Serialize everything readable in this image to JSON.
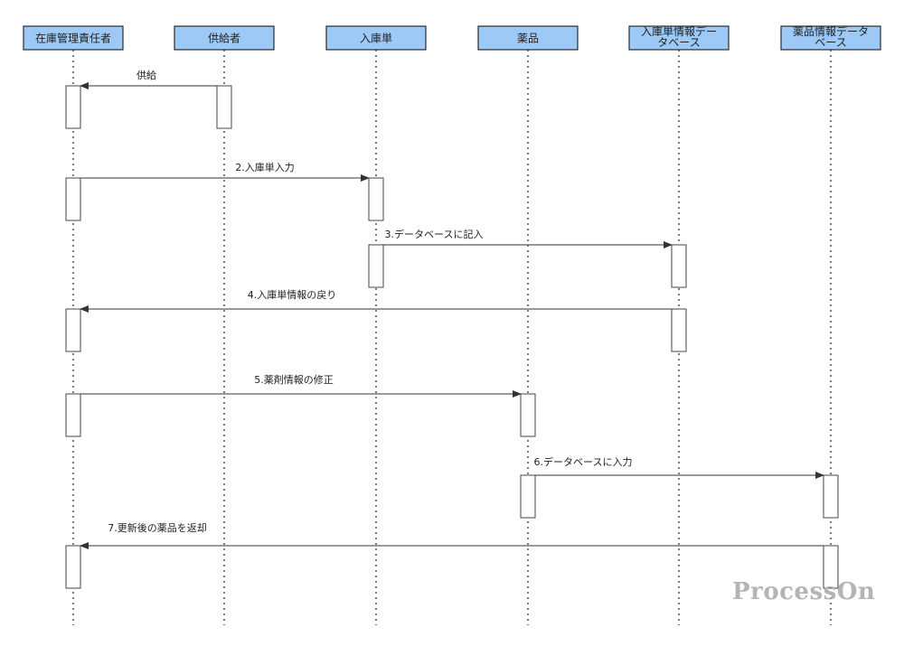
{
  "actors": [
    {
      "id": "manager",
      "label_lines": [
        "在庫管理責任者"
      ]
    },
    {
      "id": "supplier",
      "label_lines": [
        "供給者"
      ]
    },
    {
      "id": "slip",
      "label_lines": [
        "入庫単"
      ]
    },
    {
      "id": "drug",
      "label_lines": [
        "薬品"
      ]
    },
    {
      "id": "slip_db",
      "label_lines": [
        "入庫単情報デー",
        "タベース"
      ]
    },
    {
      "id": "drug_db",
      "label_lines": [
        "薬品情報データ",
        "ベース"
      ]
    }
  ],
  "messages": [
    {
      "label": "供給",
      "from": "supplier",
      "to": "manager"
    },
    {
      "label": "2.入庫単入力",
      "from": "manager",
      "to": "slip"
    },
    {
      "label": "3.データベースに記入",
      "from": "slip",
      "to": "slip_db"
    },
    {
      "label": "4.入庫単情報の戻り",
      "from": "slip_db",
      "to": "manager"
    },
    {
      "label": "5.薬剤情報の修正",
      "from": "manager",
      "to": "drug"
    },
    {
      "label": "6.データベースに入力",
      "from": "drug",
      "to": "drug_db"
    },
    {
      "label": "7.更新後の薬品を返却",
      "from": "drug_db",
      "to": "manager"
    }
  ],
  "watermark": "ProcessOn",
  "colors": {
    "actor_fill": "#9cc9f5",
    "line": "#333333",
    "watermark": "#b4b4b4"
  }
}
